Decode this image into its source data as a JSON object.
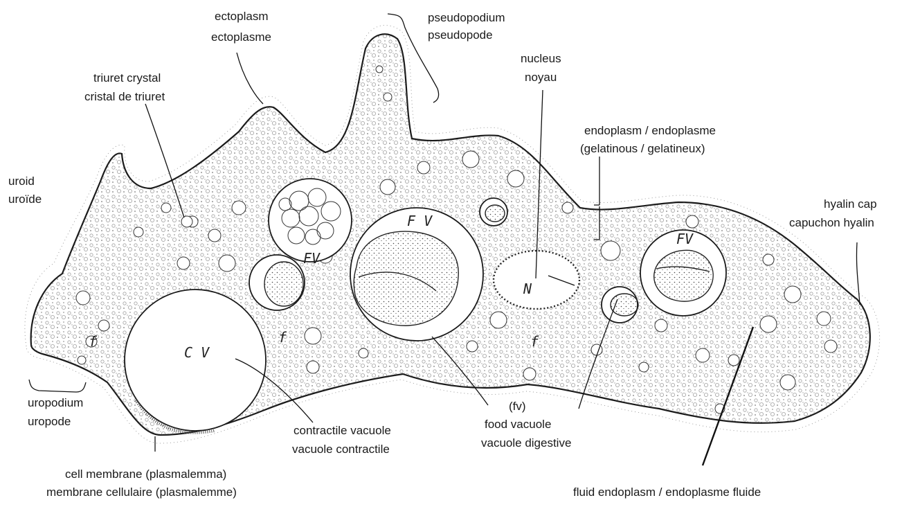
{
  "labels": {
    "ectoplasm": [
      "ectoplasm",
      "ectoplasme"
    ],
    "pseudopodium": [
      "pseudopodium",
      "pseudopode"
    ],
    "nucleus": [
      "nucleus",
      "noyau"
    ],
    "triuret": [
      "triuret crystal",
      "cristal de triuret"
    ],
    "endoplasm": [
      "endoplasm / endoplasme",
      "(gelatinous / gelatineux)"
    ],
    "uroid": [
      "uroid",
      "uroïde"
    ],
    "hyalin": [
      "hyalin cap",
      "capuchon hyalin"
    ],
    "uropodium": [
      "uropodium",
      "uropode"
    ],
    "contractile": [
      "contractile vacuole",
      "vacuole contractile"
    ],
    "food": [
      "(fv)",
      "food vacuole",
      "vacuole digestive"
    ],
    "membrane": [
      "cell membrane (plasmalemma)",
      "membrane cellulaire (plasmalemme)"
    ],
    "fluid": [
      "fluid endoplasm / endoplasme fluide"
    ]
  },
  "marks": {
    "cv": "C V",
    "fv1": "FV",
    "fv2": "F V",
    "fv3": "FV",
    "n": "N",
    "f": "f"
  }
}
